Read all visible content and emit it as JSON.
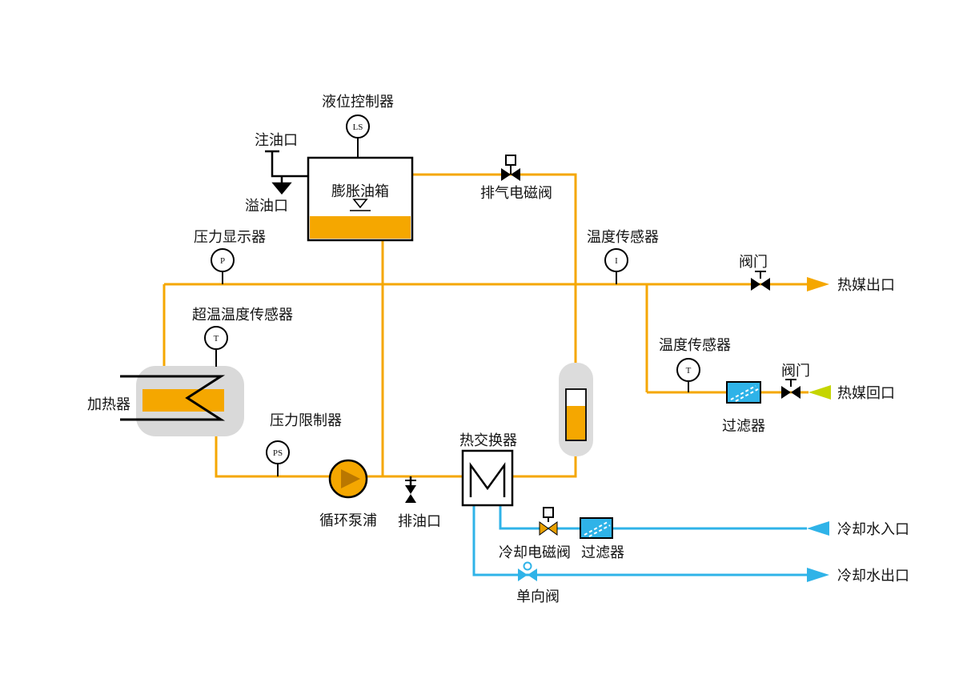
{
  "colors": {
    "oil_line": "#F5A700",
    "water_line": "#2FB3E8",
    "return_arrow": "#C5D500",
    "equipment_gray": "#D9D9D9",
    "line_black": "#000000"
  },
  "instruments": {
    "level_controller": {
      "label": "液位控制器",
      "tag": "LS"
    },
    "pressure_display": {
      "label": "压力显示器",
      "tag": "P"
    },
    "temp_sensor_main": {
      "label": "温度传感器",
      "tag": "I"
    },
    "overtemp_sensor": {
      "label": "超温温度传感器",
      "tag": "T"
    },
    "pressure_limiter": {
      "label": "压力限制器",
      "tag": "PS"
    },
    "temp_sensor_return": {
      "label": "温度传感器",
      "tag": "T"
    }
  },
  "equipment": {
    "expansion_tank": "膨胀油箱",
    "heater": "加热器",
    "circulation_pump": "循环泵浦",
    "heat_exchanger": "热交换器",
    "return_filter": "过滤器",
    "cooling_filter": "过滤器"
  },
  "valves": {
    "exhaust_solenoid": "排气电磁阀",
    "outlet_valve": "阀门",
    "return_valve": "阀门",
    "oil_drain": "排油口",
    "cooling_solenoid": "冷却电磁阀",
    "check_valve": "单向阀"
  },
  "ports": {
    "oil_fill": "注油口",
    "oil_overflow": "溢油口",
    "heat_medium_outlet": "热媒出口",
    "heat_medium_return": "热媒回口",
    "cooling_water_inlet": "冷却水入口",
    "cooling_water_outlet": "冷却水出口"
  }
}
